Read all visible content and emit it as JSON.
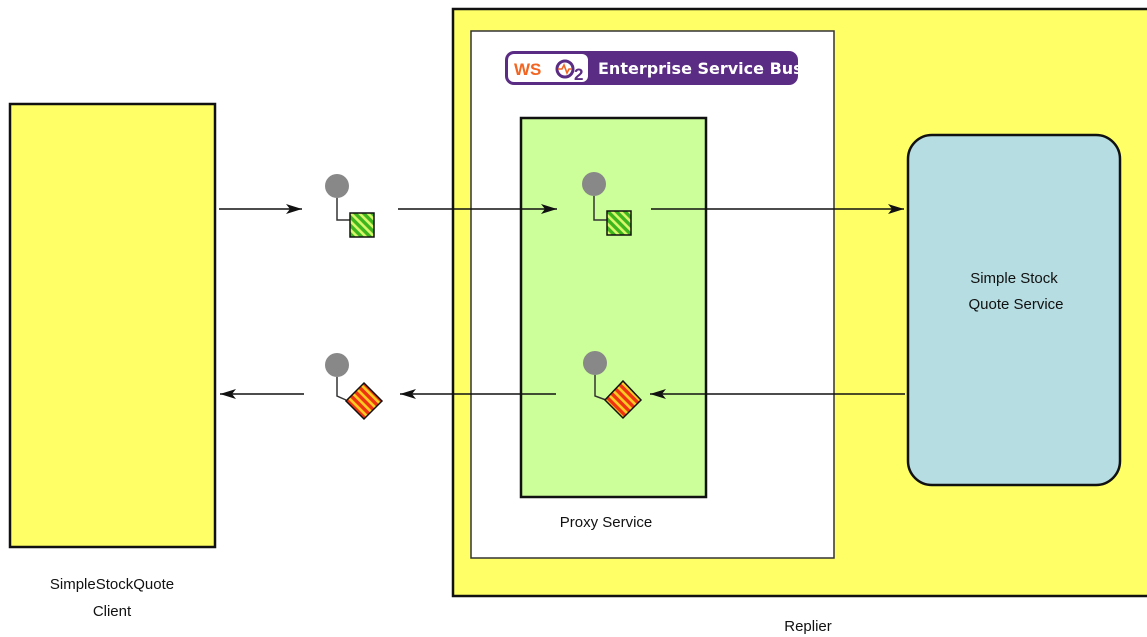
{
  "client": {
    "label_line1": "SimpleStockQuote",
    "label_line2": "Client",
    "fill": "#FFFF66"
  },
  "replier": {
    "label": "Replier",
    "fill": "#FFFF66"
  },
  "esb": {
    "brand_logo_left": "WS",
    "brand_logo_right": "2",
    "brand_title": "Enterprise Service Bus",
    "brand_color": "#5B2C83",
    "logo_orange": "#F26522"
  },
  "proxy": {
    "label": "Proxy Service",
    "fill": "#CCFF99"
  },
  "service": {
    "label_line1": "Simple Stock",
    "label_line2": "Quote Service",
    "fill": "#B6DDE2"
  },
  "message_icons": {
    "request_icon": "green-hatched-square",
    "response_icon": "red-striped-diamond",
    "endpoint_icon": "grey-circle",
    "request_color": "#44BB22",
    "response_color": "#EE3311"
  }
}
